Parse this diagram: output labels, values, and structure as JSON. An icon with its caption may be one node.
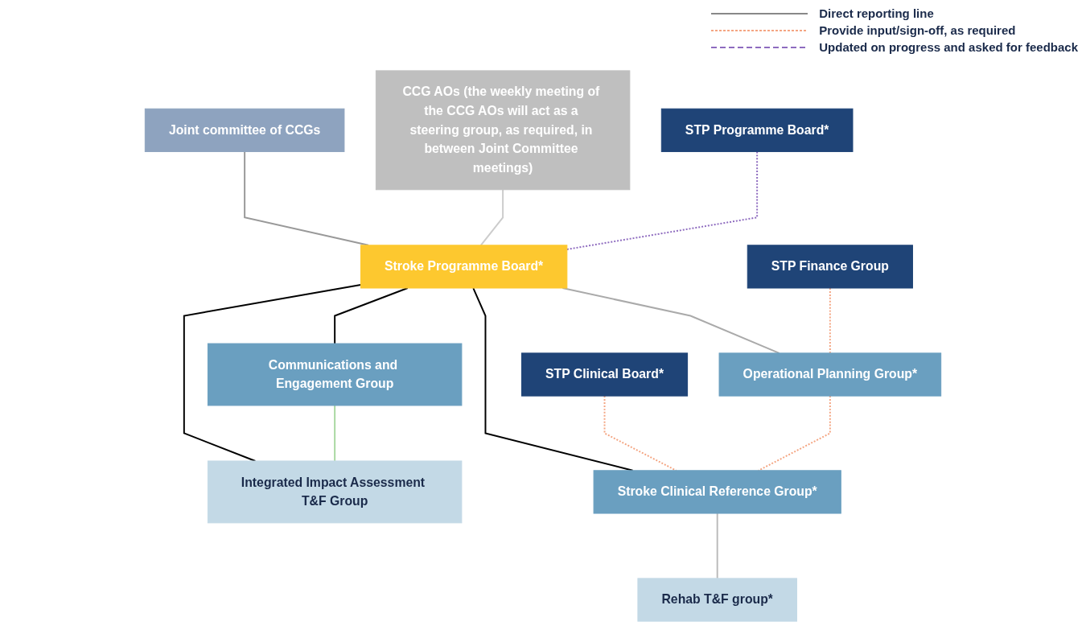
{
  "diagram": {
    "nodes": [
      {
        "text": [
          "Joint committee of CCGs"
        ]
      },
      {
        "text": [
          "STP Programme Board*"
        ]
      },
      {
        "text": [
          "CCG AOs (the weekly meeting of the CCG AOs will act as a steering group, as required, in between Joint Committee meetings)"
        ]
      },
      {
        "text": [
          "Stroke Programme Board*"
        ]
      },
      {
        "text": [
          "STP Finance Group"
        ]
      },
      {
        "text": [
          "STP Clinical Board*"
        ]
      },
      {
        "text": [
          "Communications and Engagement Group"
        ]
      },
      {
        "text": [
          "Integrated Impact Assessment T&F Group"
        ]
      },
      {
        "text": [
          "Operational Planning Group*"
        ]
      },
      {
        "text": [
          "Stroke Clinical Reference Group*"
        ]
      },
      {
        "text": [
          "Rehab T&F group*"
        ]
      }
    ],
    "edges": [
      {
        "from": 0,
        "to": 3,
        "arrow": "none",
        "color": "#999999"
      },
      {
        "from": 2,
        "to": 3,
        "arrow": "none",
        "color": "#cccccc"
      },
      {
        "from": 1,
        "to": 3,
        "arrow": "none",
        "style": "dashed",
        "color": "#8e6bbf"
      },
      {
        "from": 3,
        "to": 6,
        "arrow": "none"
      },
      {
        "from": 3,
        "to": 7,
        "arrow": "none"
      },
      {
        "from": 3,
        "to": 8,
        "arrow": "none",
        "color": "#aaaaaa"
      },
      {
        "from": 3,
        "to": 9,
        "arrow": "none"
      },
      {
        "from": 4,
        "to": 8,
        "arrow": "none",
        "style": "dashed",
        "color": "#f4a582"
      },
      {
        "from": 5,
        "to": 9,
        "arrow": "none",
        "style": "dashed",
        "color": "#f4a582"
      },
      {
        "from": 8,
        "to": 9,
        "arrow": "none",
        "style": "dashed",
        "color": "#f4a582"
      },
      {
        "from": 6,
        "to": 7,
        "arrow": "none",
        "color": "#a8d8a0"
      },
      {
        "from": 9,
        "to": 10,
        "arrow": "none",
        "color": "#bbbbbb"
      }
    ],
    "legend": [
      {
        "text": "Direct reporting line"
      },
      {
        "text": "Provide input/sign-off, as required"
      },
      {
        "text": "Updated on progress and asked for feedback"
      }
    ]
  }
}
